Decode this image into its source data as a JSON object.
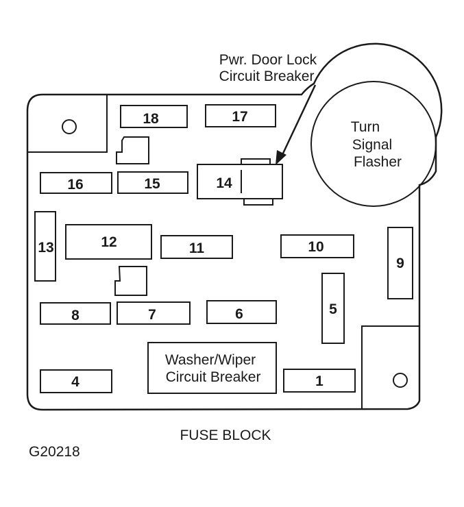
{
  "callout": {
    "line1": "Pwr. Door Lock",
    "line2": "Circuit Breaker"
  },
  "flasher": {
    "line1": "Turn",
    "line2": "Signal",
    "line3": "Flasher"
  },
  "washer_breaker": {
    "line1": "Washer/Wiper",
    "line2": "Circuit Breaker"
  },
  "fuses": {
    "f1": "1",
    "f4": "4",
    "f5": "5",
    "f6": "6",
    "f7": "7",
    "f8": "8",
    "f9": "9",
    "f10": "10",
    "f11": "11",
    "f12": "12",
    "f13": "13",
    "f14": "14",
    "f15": "15",
    "f16": "16",
    "f17": "17",
    "f18": "18"
  },
  "caption": "FUSE BLOCK",
  "figure_id": "G20218",
  "colors": {
    "ink": "#1a1a1a",
    "paper": "#ffffff"
  }
}
